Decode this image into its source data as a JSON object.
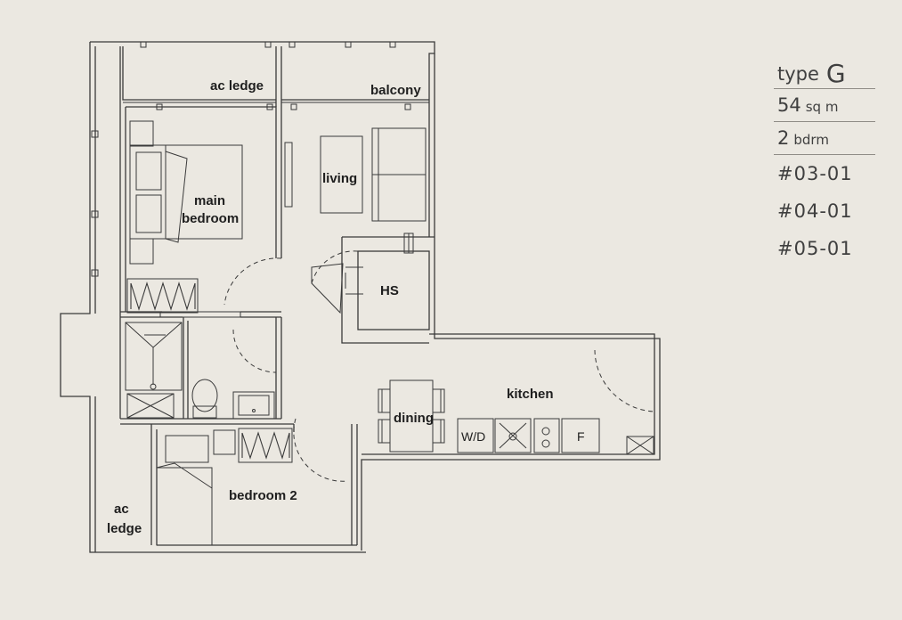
{
  "rooms": {
    "ac_ledge_top": "ac ledge",
    "balcony": "balcony",
    "main_bedroom_line1": "main",
    "main_bedroom_line2": "bedroom",
    "living": "living",
    "hs": "HS",
    "kitchen": "kitchen",
    "dining": "dining",
    "bedroom2": "bedroom 2",
    "ac_ledge_bottom_line1": "ac",
    "ac_ledge_bottom_line2": "ledge"
  },
  "appliances": {
    "washer_dryer": "W/D",
    "fridge": "F"
  },
  "spec": {
    "type_prefix": "type",
    "type_letter": "G",
    "area_value": "54",
    "area_unit": "sq m",
    "bedrooms_value": "2",
    "bedrooms_unit": "bdrm",
    "units": [
      "#03-01",
      "#04-01",
      "#05-01"
    ]
  },
  "colors": {
    "background": "#ebe8e1",
    "line": "#3a3a3a",
    "text": "#3f3f3f"
  }
}
